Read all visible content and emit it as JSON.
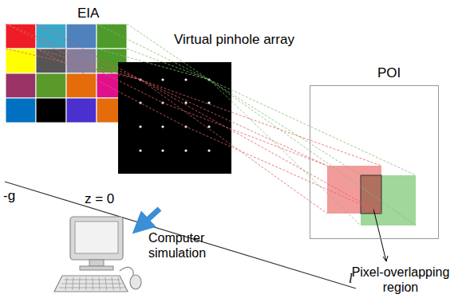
{
  "diagram": {
    "nodes": [
      {
        "text": [
          "EIA"
        ]
      },
      {
        "text": [
          "Virtual pinhole array"
        ]
      },
      {
        "text": [
          "POI"
        ]
      }
    ],
    "labels": [
      "-g",
      "z = 0",
      "Computer simulation",
      "Pixel-overlapping region",
      "l"
    ]
  }
}
